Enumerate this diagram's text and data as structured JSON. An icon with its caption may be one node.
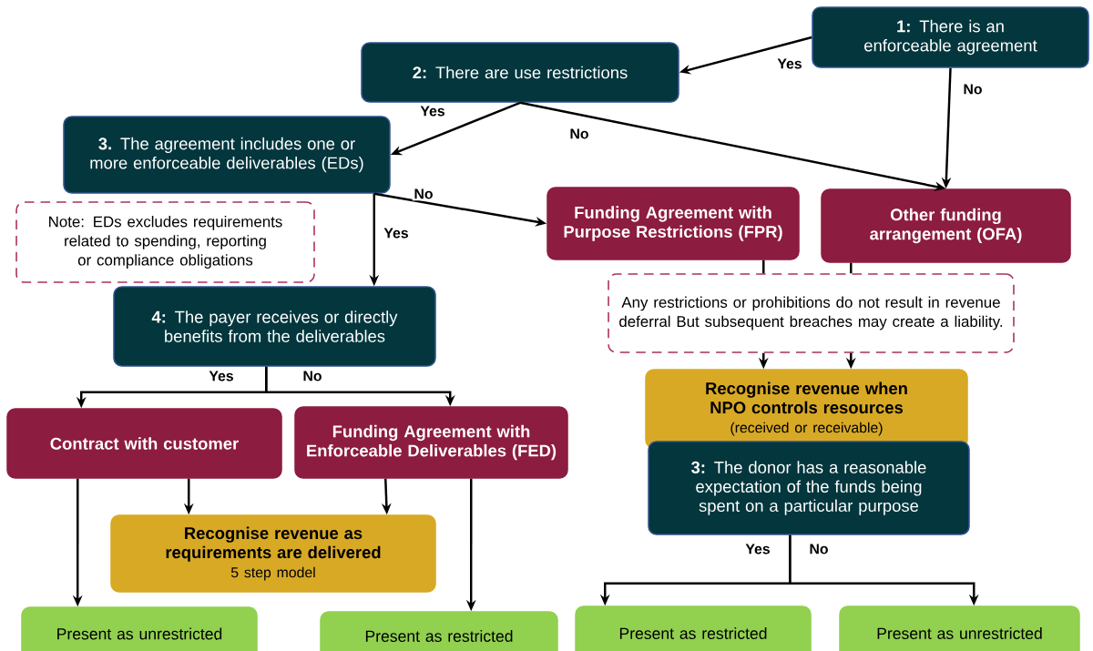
{
  "diagram": {
    "nodes": [
      {
        "text": [
          "**1:** There is an enforceable agreement"
        ]
      },
      {
        "text": [
          "**2:** There are use restrictions"
        ]
      },
      {
        "text": [
          "**3.** The agreement includes one or more enforceable deliverables (EDs)"
        ]
      },
      {
        "text": [
          "Note: EDs excludes requirements related to spending, reporting or compliance obligations"
        ]
      },
      {
        "text": [
          "**4:** The payer receives or directly benefits from the deliverables"
        ]
      },
      {
        "text": [
          "Funding Agreement with Purpose Restrictions (FPR)"
        ]
      },
      {
        "text": [
          "Other funding arrangement (OFA)"
        ]
      },
      {
        "text": [
          "Any restrictions or prohibitions do not result in revenue deferral But subsequent breaches may create a liability."
        ]
      },
      {
        "text": [
          "Contract with customer"
        ]
      },
      {
        "text": [
          "Funding Agreement with Enforceable Deliverables (FED)"
        ]
      },
      {
        "text": [
          "Recognise revenue as requirements are delivered",
          "5 step model"
        ]
      },
      {
        "text": [
          "Recognise revenue when NPO controls resources",
          "(received or receivable)"
        ]
      },
      {
        "text": [
          "**3:** The donor has a reasonable expectation of the funds being spent on a particular purpose"
        ]
      },
      {
        "text": [
          "Present as unrestricted"
        ]
      },
      {
        "text": [
          "Present as restricted"
        ]
      },
      {
        "text": [
          "Present as restricted"
        ]
      },
      {
        "text": [
          "Present as unrestricted"
        ]
      }
    ],
    "edges": [
      {
        "from": 0,
        "to": 1,
        "arrow": "to",
        "label": "Yes"
      },
      {
        "from": 0,
        "to": 6,
        "arrow": "to",
        "label": "No"
      },
      {
        "from": 1,
        "to": 2,
        "arrow": "to",
        "label": "Yes"
      },
      {
        "from": 1,
        "to": 6,
        "arrow": "to",
        "label": "No"
      },
      {
        "from": 2,
        "to": 5,
        "arrow": "to",
        "label": "No"
      },
      {
        "from": 2,
        "to": 4,
        "arrow": "to",
        "label": "Yes"
      },
      {
        "from": 4,
        "to": 8,
        "arrow": "to",
        "label": "Yes"
      },
      {
        "from": 4,
        "to": 9,
        "arrow": "to",
        "label": "No"
      },
      {
        "from": 5,
        "to": 7,
        "arrow": "none"
      },
      {
        "from": 6,
        "to": 7,
        "arrow": "none"
      },
      {
        "from": 7,
        "to": 11,
        "arrow": "to"
      },
      {
        "from": 7,
        "to": 11,
        "arrow": "to"
      },
      {
        "from": 8,
        "to": 13,
        "arrow": "to"
      },
      {
        "from": 8,
        "to": 10,
        "arrow": "to"
      },
      {
        "from": 9,
        "to": 10,
        "arrow": "to"
      },
      {
        "from": 9,
        "to": 14,
        "arrow": "to"
      },
      {
        "from": 12,
        "to": 15,
        "arrow": "to",
        "label": "Yes"
      },
      {
        "from": 12,
        "to": 16,
        "arrow": "to",
        "label": "No"
      }
    ]
  }
}
